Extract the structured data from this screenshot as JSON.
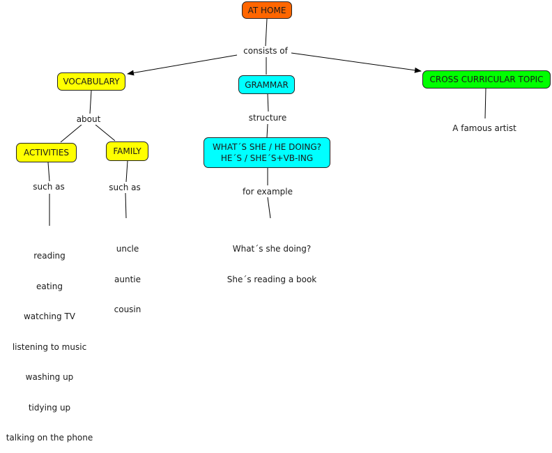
{
  "concept_map": {
    "root": {
      "label": "AT HOME",
      "color": "#ff6600"
    },
    "root_link": "consists of",
    "vocabulary": {
      "label": "VOCABULARY",
      "color": "#ffff00",
      "link": "about",
      "activities": {
        "label": "ACTIVITIES",
        "color": "#ffff00",
        "link": "such as",
        "examples": [
          "reading",
          "eating",
          "watching TV",
          "listening to music",
          "washing up",
          "tidying up",
          "talking on the phone"
        ]
      },
      "family": {
        "label": "FAMILY",
        "color": "#ffff00",
        "link": "such as",
        "examples": [
          "uncle",
          "auntie",
          "cousin"
        ]
      }
    },
    "grammar": {
      "label": "GRAMMAR",
      "color": "#00ffff",
      "link": "structure",
      "structure": {
        "lines": [
          "WHAT´S SHE / HE DOING?",
          "HE´S / SHE´S+VB-ING"
        ],
        "color": "#00ffff",
        "link": "for example",
        "example_lines": [
          "What´s she doing?",
          "She´s reading a book"
        ]
      }
    },
    "cross_curricular": {
      "label": "CROSS CURRICULAR TOPIC",
      "color": "#00ff00",
      "example": "A famous artist"
    }
  }
}
